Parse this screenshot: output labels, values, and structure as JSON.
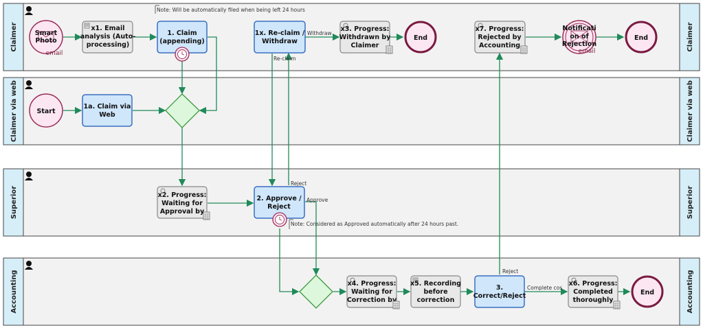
{
  "lanes": [
    {
      "key": "claimer",
      "label": "Claimer"
    },
    {
      "key": "claimer_web",
      "label": "Claimer via web"
    },
    {
      "key": "superior",
      "label": "Superior"
    },
    {
      "key": "accounting",
      "label": "Accounting"
    }
  ],
  "notes": {
    "claim_note": "Note: Will be automatically filed when being left 24 hours",
    "approve_note": "Note: Considered as Approved automatically after 24 hours past."
  },
  "events": {
    "start_email": {
      "line1": "Smart",
      "line2": "Photo",
      "sub": "email"
    },
    "start_web": {
      "label": "Start"
    },
    "end_withdraw": {
      "label": "End"
    },
    "end_reject": {
      "label": "End"
    },
    "end_accounting": {
      "label": "End"
    },
    "notify_reject": {
      "line1": "Notificati",
      "line2": "on of",
      "line3": "Rejection",
      "sub": "email"
    }
  },
  "tasks": {
    "x1": {
      "line1": "x1. Email",
      "line2": "analysis (Auto-",
      "line3": "processing)"
    },
    "t1": {
      "line1": "1. Claim",
      "line2": "(appending)"
    },
    "t1x": {
      "line1": "1x. Re-claim /",
      "line2": "Withdraw"
    },
    "x3": {
      "line1": "x3. Progress:",
      "line2": "Withdrawn by",
      "line3": "Claimer"
    },
    "x7": {
      "line1": "x7. Progress:",
      "line2": "Rejected by",
      "line3": "Accounting"
    },
    "t1a": {
      "line1": "1a. Claim via",
      "line2": "Web"
    },
    "x2": {
      "line1": "x2. Progress:",
      "line2": "Waiting for",
      "line3": "Approval by"
    },
    "t2": {
      "line1": "2. Approve /",
      "line2": "Reject"
    },
    "x4": {
      "line1": "x4. Progress:",
      "line2": "Waiting for",
      "line3": "Correction by"
    },
    "x5": {
      "line1": "x5. Recording",
      "line2": "before",
      "line3": "correction"
    },
    "t3": {
      "line1": "3.",
      "line2": "Correct/Reject"
    },
    "x6": {
      "line1": "x6. Progress:",
      "line2": "Completed",
      "line3": "thoroughly"
    }
  },
  "flow_labels": {
    "withdraw": "Withdraw",
    "reclaim": "Re-claim",
    "reject_superior": "Reject",
    "approve": "Approve",
    "reject_accounting": "Reject",
    "complete": "Complete cos"
  },
  "colors": {
    "lane_header": "#d6eef8",
    "human_task_fill": "#cfe6fb",
    "human_task_stroke": "#3a6fc0",
    "auto_task_fill": "#e8e8e8",
    "auto_task_stroke": "#888888",
    "event_fill": "#fce6f2",
    "event_stroke": "#9a2b55",
    "gateway_fill": "#ddf7dd",
    "gateway_stroke": "#3a9a3a",
    "flow": "#1f8a5a"
  }
}
